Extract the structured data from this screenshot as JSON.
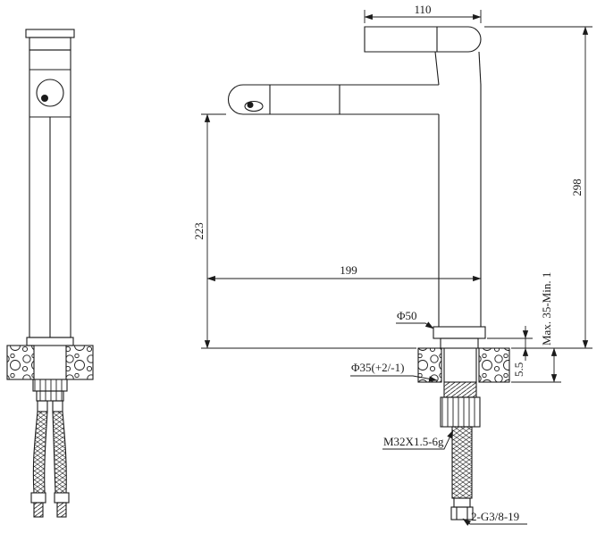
{
  "drawing": {
    "background": "#ffffff",
    "line_color": "#1b1b1b",
    "dims": {
      "handle_length": "110",
      "overall_height": "298",
      "outlet_height": "223",
      "spout_reach": "199",
      "base_diameter": "Φ50",
      "mount_range": "Max. 35-Min. 1",
      "gasket_height": "5.5",
      "hole_diameter": "Φ35(+2/-1)",
      "shank_thread": "M32X1.5-6g",
      "hose_connector": "2-G3/8-19"
    }
  }
}
